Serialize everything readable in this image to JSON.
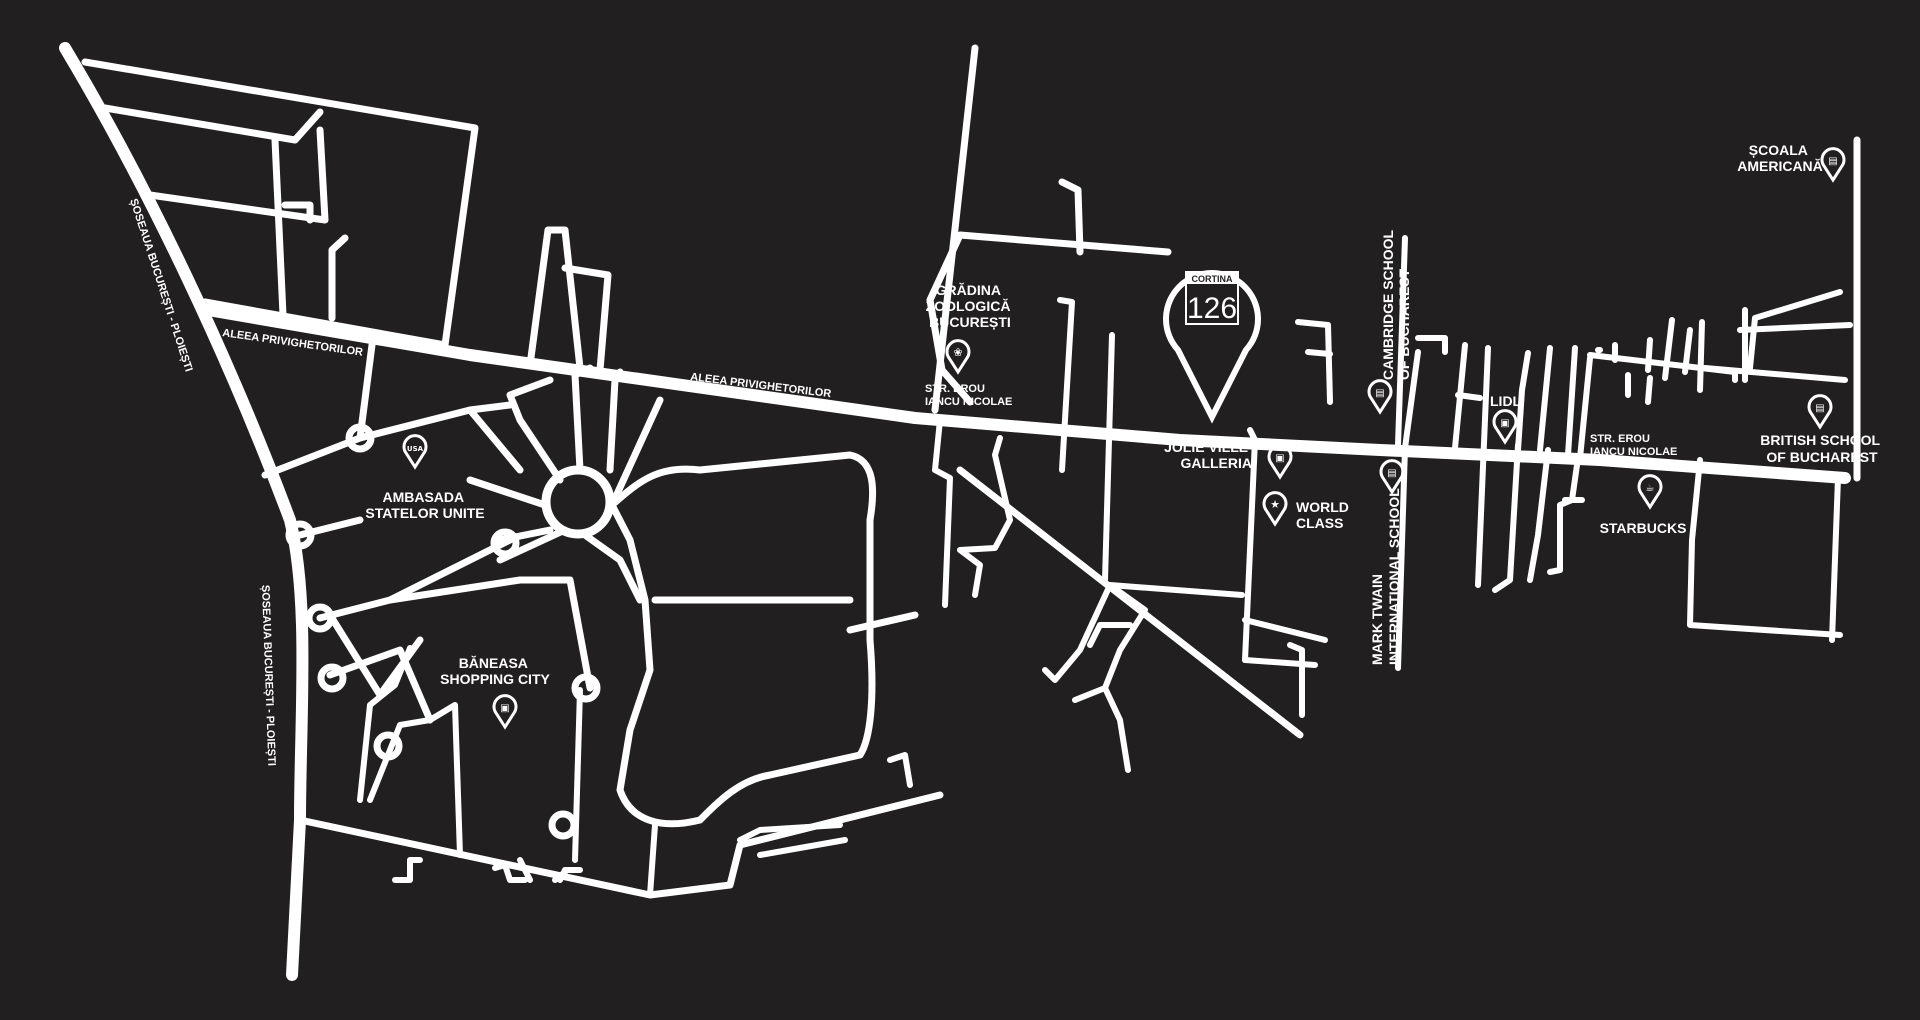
{
  "colors": {
    "background": "#221f20",
    "roads": "#ffffff",
    "text": "#ffffff"
  },
  "main_marker": {
    "brand": "CORTINA",
    "number": "126",
    "icon": "location-pin-logo"
  },
  "streets": {
    "soseaua_upper": "ȘOSEAUA BUCUREȘTI - PLOIEȘTI",
    "soseaua_lower": "ȘOSEAUA BUCUREȘTI - PLOIEȘTI",
    "aleea_west": "ALEEA PRIVIGHETORILOR",
    "aleea_east": "ALEEA PRIVIGHETORILOR",
    "str_erou_west": [
      "STR. EROU",
      "IANCU NICOLAE"
    ],
    "str_erou_east": [
      "STR. EROU",
      "IANCU NICOLAE"
    ]
  },
  "pois": {
    "scoala_americana": {
      "label": [
        "ȘCOALA",
        "AMERICANĂ"
      ],
      "icon": "book-icon",
      "glyph": "▤"
    },
    "gradina_zoologica": {
      "label": [
        "GRĂDINA",
        "ZOOLOGICĂ",
        "BUCUREȘTI"
      ],
      "icon": "paw-icon",
      "glyph": "❀"
    },
    "cambridge": {
      "label": [
        "CAMBRIDGE  SCHOOL",
        "OF BUCHAREST"
      ],
      "icon": "book-icon",
      "glyph": "▤"
    },
    "lidl": {
      "label": [
        "LIDL"
      ],
      "icon": "cart-icon",
      "glyph": "▣"
    },
    "british_school": {
      "label": [
        "BRITISH SCHOOL",
        "OF BUCHAREST"
      ],
      "icon": "book-icon",
      "glyph": "▤"
    },
    "jolie_ville": {
      "label": [
        "JOLIE VILLE",
        "GALLERIA"
      ],
      "icon": "cart-icon",
      "glyph": "▣"
    },
    "world_class": {
      "label": [
        "WORLD",
        "CLASS"
      ],
      "icon": "runner-icon",
      "glyph": "★"
    },
    "mark_twain": {
      "label": [
        "MARK TWAIN",
        "INTERNATIONAL SCHOOL"
      ],
      "icon": "book-icon",
      "glyph": "▤"
    },
    "starbucks": {
      "label": [
        "STARBUCKS"
      ],
      "icon": "coffee-icon",
      "glyph": "☕"
    },
    "ambasada": {
      "label": [
        "AMBASADA",
        "STATELOR UNITE"
      ],
      "icon": "usa-flag-icon",
      "glyph": "USA"
    },
    "baneasa": {
      "label": [
        "BĂNEASA",
        "SHOPPING CITY"
      ],
      "icon": "cart-icon",
      "glyph": "▣"
    }
  }
}
